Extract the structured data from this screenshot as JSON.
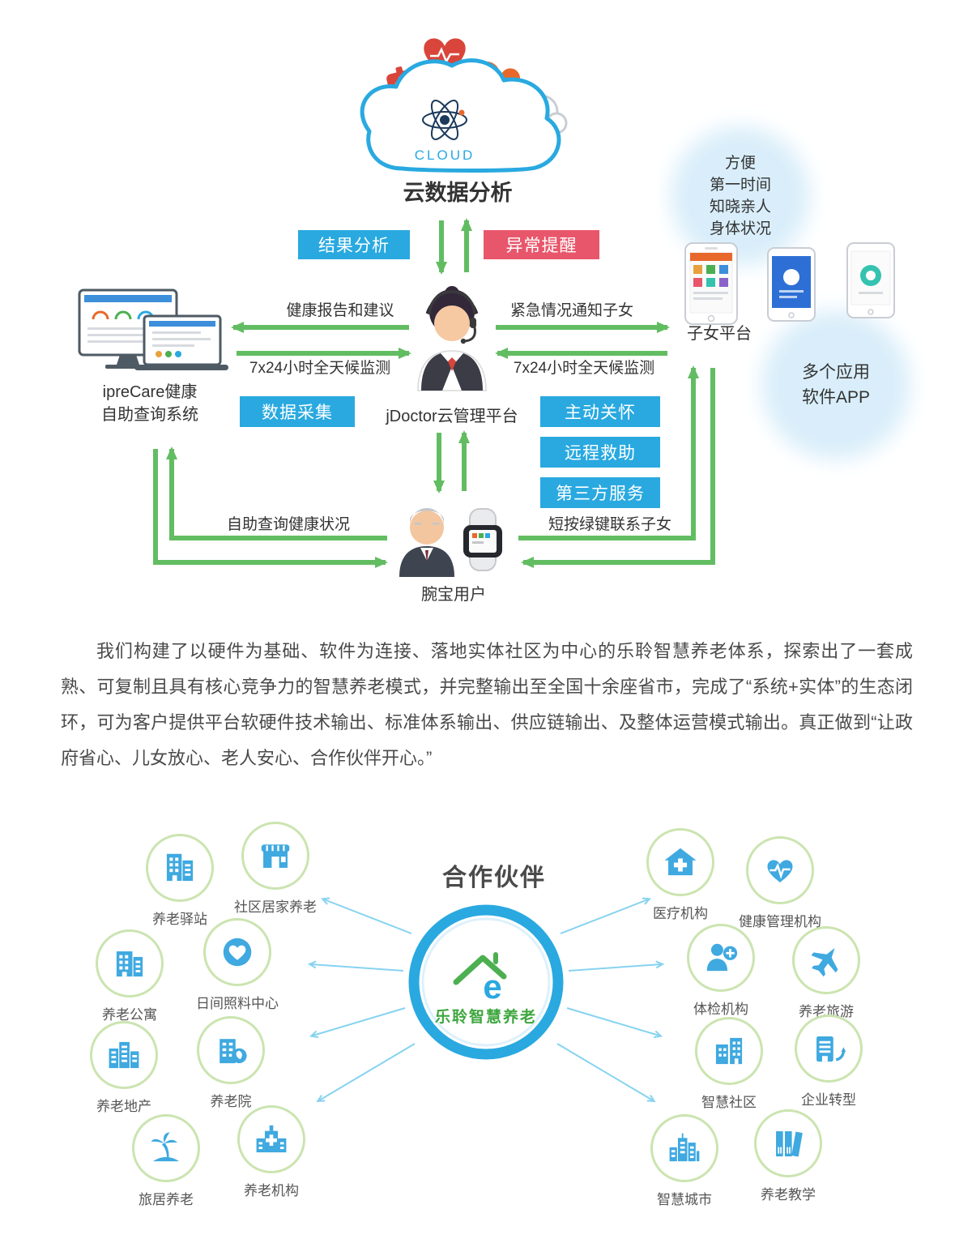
{
  "diagram": {
    "cloud": {
      "label": "CLOUD",
      "title": "云数据分析"
    },
    "buttons": {
      "result_analysis": "结果分析",
      "abnormal_alert": "异常提醒",
      "data_collection": "数据采集",
      "active_care": "主动关怀",
      "remote_rescue": "远程救助",
      "third_party_service": "第三方服务"
    },
    "labels": {
      "health_report": "健康报告和建议",
      "monitor_left": "7x24小时全天候监测",
      "emergency_notify": "紧急情况通知子女",
      "monitor_right": "7x24小时全天候监测",
      "iprecare_line1": "ipreCare健康",
      "iprecare_line2": "自助查询系统",
      "platform": "jDoctor云管理平台",
      "children_platform": "子女平台",
      "self_query": "自助查询健康状况",
      "green_key": "短按绿键联系子女",
      "wrist_user": "腕宝用户"
    },
    "bubbles": {
      "convenience": [
        "方便",
        "第一时间",
        "知晓亲人",
        "身体状况"
      ],
      "multi_app": [
        "多个应用",
        "软件APP"
      ]
    }
  },
  "paragraph": "我们构建了以硬件为基础、软件为连接、落地实体社区为中心的乐聆智慧养老体系，探索出了一套成熟、可复制且具有核心竞争力的智慧养老模式，并完整输出至全国十余座省市，完成了“系统+实体”的生态闭环，可为客户提供平台软硬件技术输出、标准体系输出、供应链输出、及整体运营模式输出。真正做到“让政府省心、儿女放心、老人安心、合作伙伴开心。”",
  "partners": {
    "title": "合作伙伴",
    "center_logo": "乐聆智慧养老",
    "center_mark": "e",
    "left": [
      {
        "label": "养老驿站",
        "icon": "building-icon"
      },
      {
        "label": "社区居家养老",
        "icon": "home-store-icon"
      },
      {
        "label": "养老公寓",
        "icon": "apartment-icon"
      },
      {
        "label": "日间照料中心",
        "icon": "heart-circle-icon"
      },
      {
        "label": "养老地产",
        "icon": "city-buildings-icon"
      },
      {
        "label": "养老院",
        "icon": "nursing-home-icon"
      },
      {
        "label": "旅居养老",
        "icon": "beach-palm-icon"
      },
      {
        "label": "养老机构",
        "icon": "hospital-icon"
      }
    ],
    "right": [
      {
        "label": "医疗机构",
        "icon": "medical-building-icon"
      },
      {
        "label": "健康管理机构",
        "icon": "heartbeat-icon"
      },
      {
        "label": "体检机构",
        "icon": "person-plus-icon"
      },
      {
        "label": "养老旅游",
        "icon": "plane-icon"
      },
      {
        "label": "智慧社区",
        "icon": "community-icon"
      },
      {
        "label": "企业转型",
        "icon": "enterprise-icon"
      },
      {
        "label": "智慧城市",
        "icon": "city-skyline-icon"
      },
      {
        "label": "养老教学",
        "icon": "books-icon"
      }
    ]
  },
  "colors": {
    "accent_blue": "#29A9E0",
    "alert_red": "#E8566B",
    "arrow_green": "#62BD62",
    "icon_blue": "#3FA9E0",
    "circle_border_green": "#CBE4B0",
    "partner_arrow_blue": "#86D3F0"
  }
}
